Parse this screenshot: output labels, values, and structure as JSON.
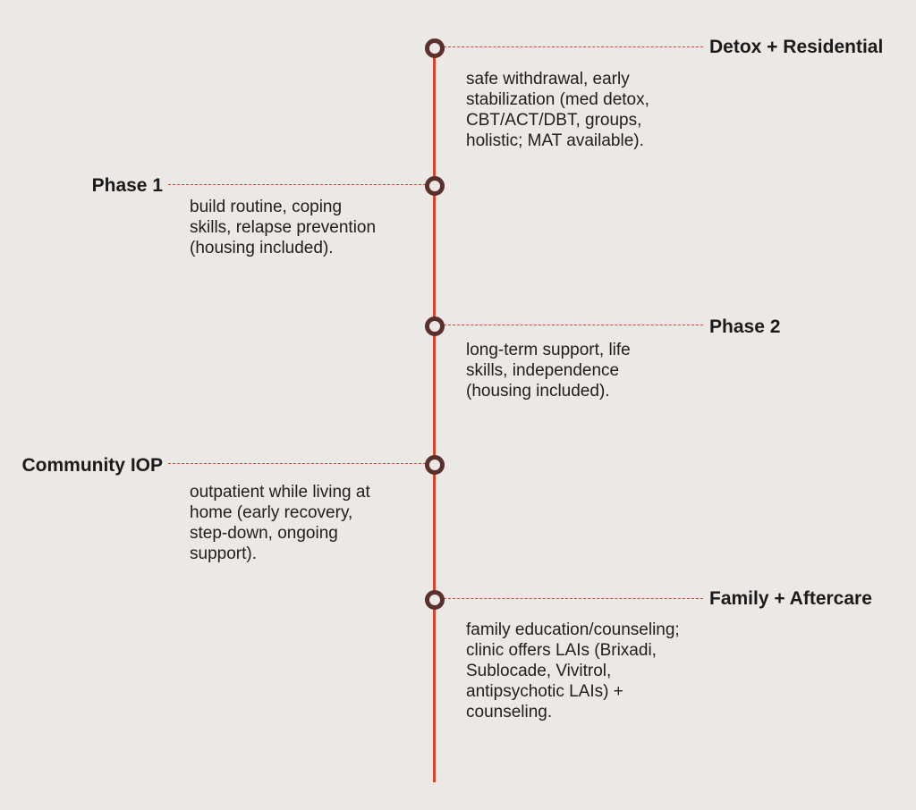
{
  "colors": {
    "background": "#ebe8e5",
    "line": "#d9432e",
    "node": "#5a2f2c",
    "text": "#1c1b1b"
  },
  "milestones": [
    {
      "title": "Detox + Residential",
      "description": "safe withdrawal, early stabilization (med detox, CBT/ACT/DBT, groups, holistic; MAT available).",
      "side": "right"
    },
    {
      "title": "Phase 1",
      "description": "build routine, coping skills, relapse prevention (housing included).",
      "side": "left"
    },
    {
      "title": "Phase 2",
      "description": "long-term support, life skills, independence (housing included).",
      "side": "right"
    },
    {
      "title": "Community IOP",
      "description": "outpatient while living at home (early recovery, step-down, ongoing support).",
      "side": "left"
    },
    {
      "title": "Family + Aftercare",
      "description": "family education/counseling; clinic offers LAIs (Brixadi, Sublocade, Vivitrol, antipsychotic LAIs) + counseling.",
      "side": "right"
    }
  ]
}
